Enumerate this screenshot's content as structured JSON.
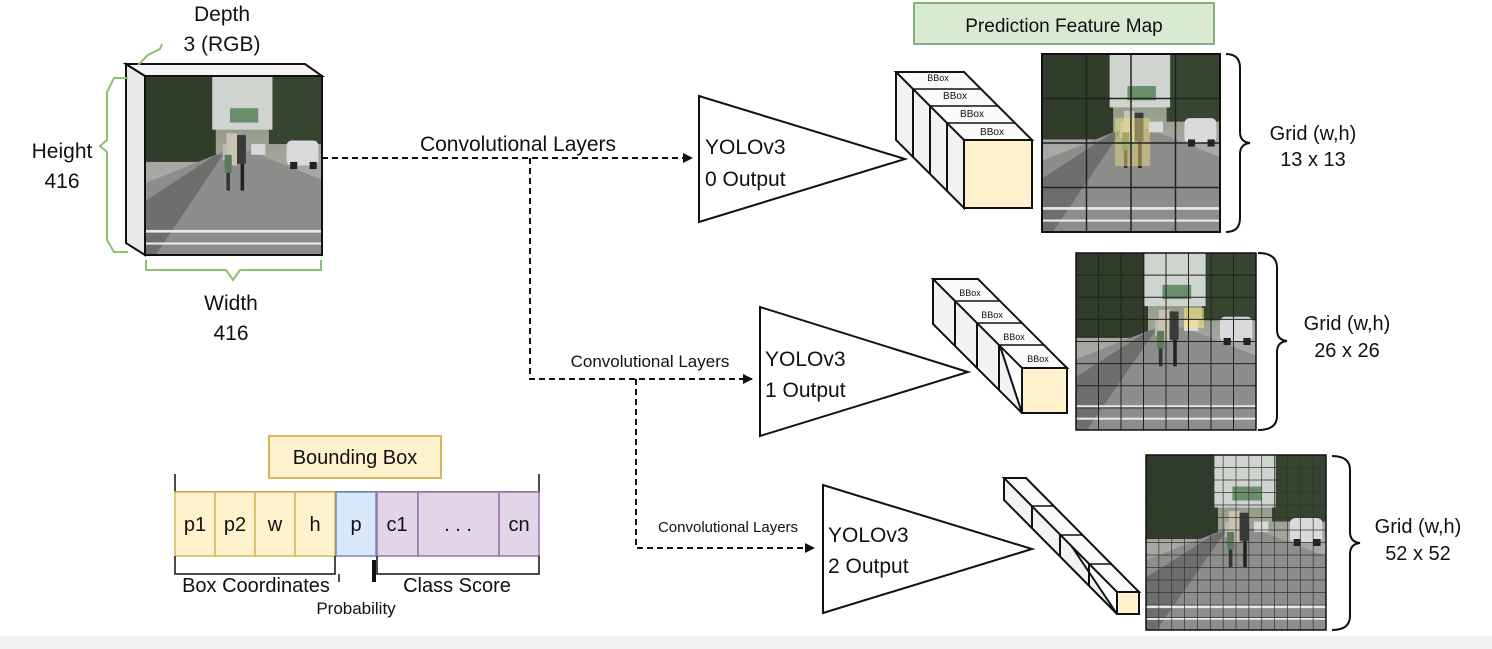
{
  "input": {
    "depth_label": "Depth",
    "depth_value": "3 (RGB)",
    "height_label": "Height",
    "height_value": "416",
    "width_label": "Width",
    "width_value": "416"
  },
  "pred_title": "Prediction Feature Map",
  "conv_label": "Convolutional Layers",
  "yolo": "YOLOv3",
  "heads": [
    {
      "output": "0 Output",
      "grid_label": "Grid (w,h)",
      "grid_size": "13 x 13",
      "grid_n": 4
    },
    {
      "output": "1 Output",
      "grid_label": "Grid (w,h)",
      "grid_size": "26 x 26",
      "grid_n": 8
    },
    {
      "output": "2 Output",
      "grid_label": "Grid (w,h)",
      "grid_size": "52 x 52",
      "grid_n": 14
    }
  ],
  "bbox_cell": "BBox",
  "bounding_box": {
    "title": "Bounding Box",
    "cells": [
      "p1",
      "p2",
      "w",
      "h",
      "p",
      "c1",
      ". . .",
      "cn"
    ],
    "box_coordinates": "Box Coordinates",
    "probability": "Probability",
    "class_score": "Class Score"
  },
  "colors": {
    "green_bracket": "#8fbf6f",
    "title_box_fill": "#d9ead3",
    "title_box_border": "#7fb27f",
    "bbox_title_fill": "#fff2cc",
    "bbox_title_border": "#d6b656",
    "coord_fill": "#fff2cc",
    "prob_fill": "#dae8fc",
    "class_fill": "#e1d5e7",
    "class_border": "#9673a6",
    "prob_border": "#6c8ebf"
  }
}
